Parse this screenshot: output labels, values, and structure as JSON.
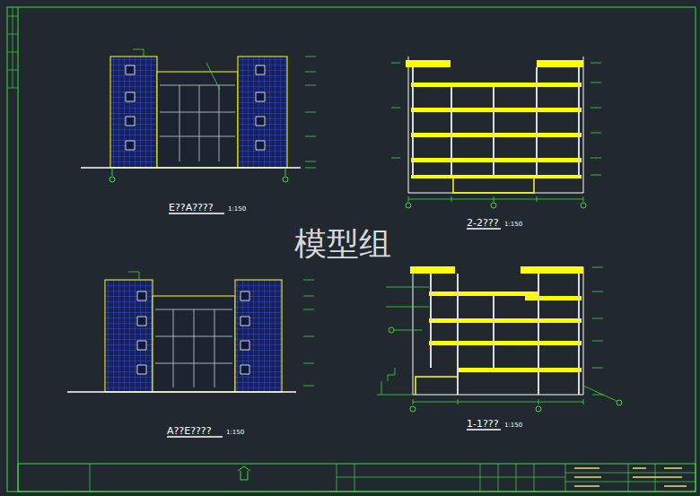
{
  "diagram": {
    "labels": [
      "E??A????",
      "1:150",
      "2-2???",
      "1:150",
      "A??E????",
      "1:150",
      "1-1???",
      "1:150",
      "模型组"
    ]
  }
}
